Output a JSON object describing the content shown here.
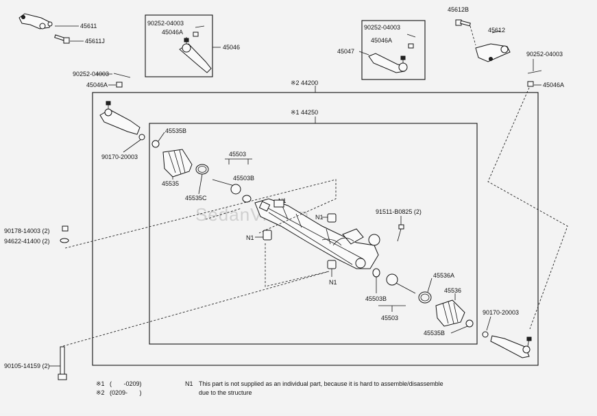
{
  "watermark": "SedanViet.vn",
  "assembly_labels": {
    "outer": "※2 44200",
    "inner": "※1 44250"
  },
  "part_labels": {
    "p45611": "45611",
    "p45611J": "45611J",
    "p90252_a": "90252-04003",
    "p45046A_a": "45046A",
    "box1_bolt": "90252-04003",
    "box1_nut": "45046A",
    "box1_part": "45046",
    "box2_bolt": "90252-04003",
    "box2_nut": "45046A",
    "box2_part": "45047",
    "p45612B": "45612B",
    "p45612": "45612",
    "p90252_r": "90252-04003",
    "p45046A_r": "45046A",
    "p90170_l": "90170-20003",
    "p45535B_t": "45535B",
    "p45535_t": "45535",
    "p45535C": "45535C",
    "p45503_t": "45503",
    "p45503B_t": "45503B",
    "n1_a": "N1",
    "n1_b": "N1",
    "n1_c": "N1",
    "n1_d": "N1",
    "p90178": "90178-14003 (2)",
    "p94622": "94622-41400 (2)",
    "p91511": "91511-B0825 (2)",
    "p45536A": "45536A",
    "p45536": "45536",
    "p45503B_b": "45503B",
    "p45503_b": "45503",
    "p45535B_b": "45535B",
    "p90170_r": "90170-20003",
    "p90105": "90105-14159 (2)"
  },
  "notes": {
    "n1_range_label": "※1",
    "n1_range": "(       -0209)",
    "n2_range_label": "※2",
    "n2_range": "(0209-       )",
    "n1_key": "N1",
    "n1_text_line1": "This part is not supplied as an individual part,  because it is hard to assemble/disassemble",
    "n1_text_line2": "due to the structure"
  }
}
